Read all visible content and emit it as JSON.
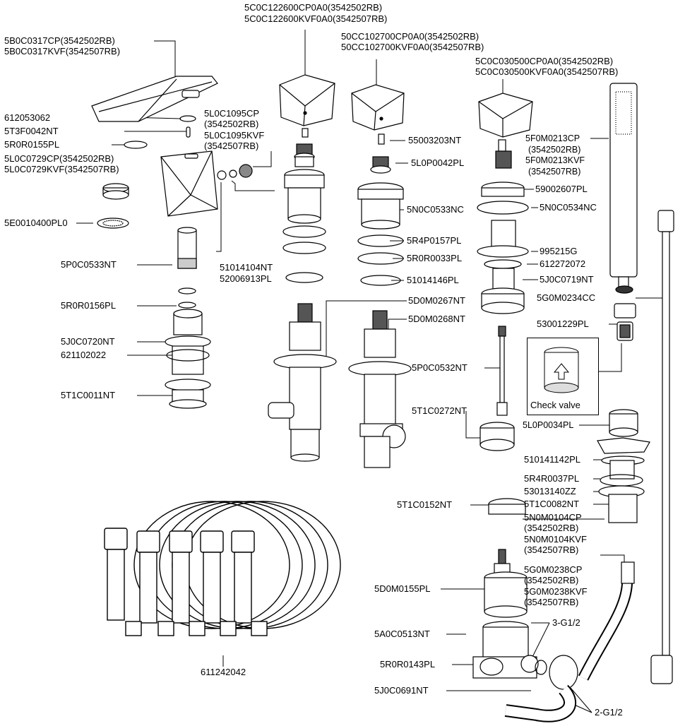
{
  "part_labels": {
    "spout": [
      "5B0C0317CP(3542502RB)",
      "5B0C0317KVF(3542507RB)"
    ],
    "handle_center": [
      "5C0C122600CP0A0(3542502RB)",
      "5C0C122600KVF0A0(3542507RB)"
    ],
    "handle_mid": [
      "50CC102700CP0A0(3542502RB)",
      "50CC102700KVF0A0(3542507RB)"
    ],
    "handle_right": [
      "5C0C030500CP0A0(3542502RB)",
      "5C0C030500KVF0A0(3542507RB)"
    ],
    "p612053062": "612053062",
    "p5T3F0042NT": "5T3F0042NT",
    "p5R0R0155PL": "5R0R0155PL",
    "aerator_housing": [
      "5L0C0729CP(3542502RB)",
      "5L0C0729KVF(3542507RB)"
    ],
    "p5E0010400PL0": "5E0010400PL0",
    "screw_cap": [
      "5L0C1095CP",
      "(3542502RB)",
      "5L0C1095KVF",
      "(3542507RB)"
    ],
    "p51014104NT": "51014104NT",
    "p52006913PL": "52006913PL",
    "p5P0C0533NT": "5P0C0533NT",
    "p5R0R0156PL": "5R0R0156PL",
    "p5J0C0720NT": "5J0C0720NT",
    "p621102022": "621102022",
    "p5T1C0011NT": "5T1C0011NT",
    "p55003203NT": "55003203NT",
    "p5L0P0042PL": "5L0P0042PL",
    "p5N0C0533NC": "5N0C0533NC",
    "p5R4P0157PL": "5R4P0157PL",
    "p5R0R0033PL": "5R0R0033PL",
    "p51014146PL": "51014146PL",
    "p5D0M0267NT": "5D0M0267NT",
    "p5D0M0268NT": "5D0M0268NT",
    "p5P0C0532NT": "5P0C0532NT",
    "p5T1C0272NT": "5T1C0272NT",
    "p59002607PL": "59002607PL",
    "p5N0C0534NC": "5N0C0534NC",
    "p995215G": "995215G",
    "p612272072": "612272072",
    "p5J0C0719NT": "5J0C0719NT",
    "shower_head": [
      "5F0M0213CP",
      "(3542502RB)",
      "5F0M0213KVF",
      "(3542507RB)"
    ],
    "p5G0M0234CC": "5G0M0234CC",
    "p53001229PL": "53001229PL",
    "check_valve": "Check valve",
    "p5L0P0034PL": "5L0P0034PL",
    "p510141142PL": "510141142PL",
    "p5R4R0037PL": "5R4R0037PL",
    "p53013140ZZ": "53013140ZZ",
    "p5T1C0082NT": "5T1C0082NT",
    "p5T1C0152NT": "5T1C0152NT",
    "diverter_knob": [
      "5N0M0104CP",
      "(3542502RB)",
      "5N0M0104KVF",
      "(3542507RB)"
    ],
    "hose_guide": [
      "5G0M0238CP",
      "(3542502RB)",
      "5G0M0238KVF",
      "(3542507RB)"
    ],
    "p5D0M0155PL": "5D0M0155PL",
    "p5A0C0513NT": "5A0C0513NT",
    "g3": "3-G1/2",
    "p5R0R0143PL": "5R0R0143PL",
    "p5J0C0691NT": "5J0C0691NT",
    "g2": "2-G1/2",
    "p611242042": "611242042"
  }
}
